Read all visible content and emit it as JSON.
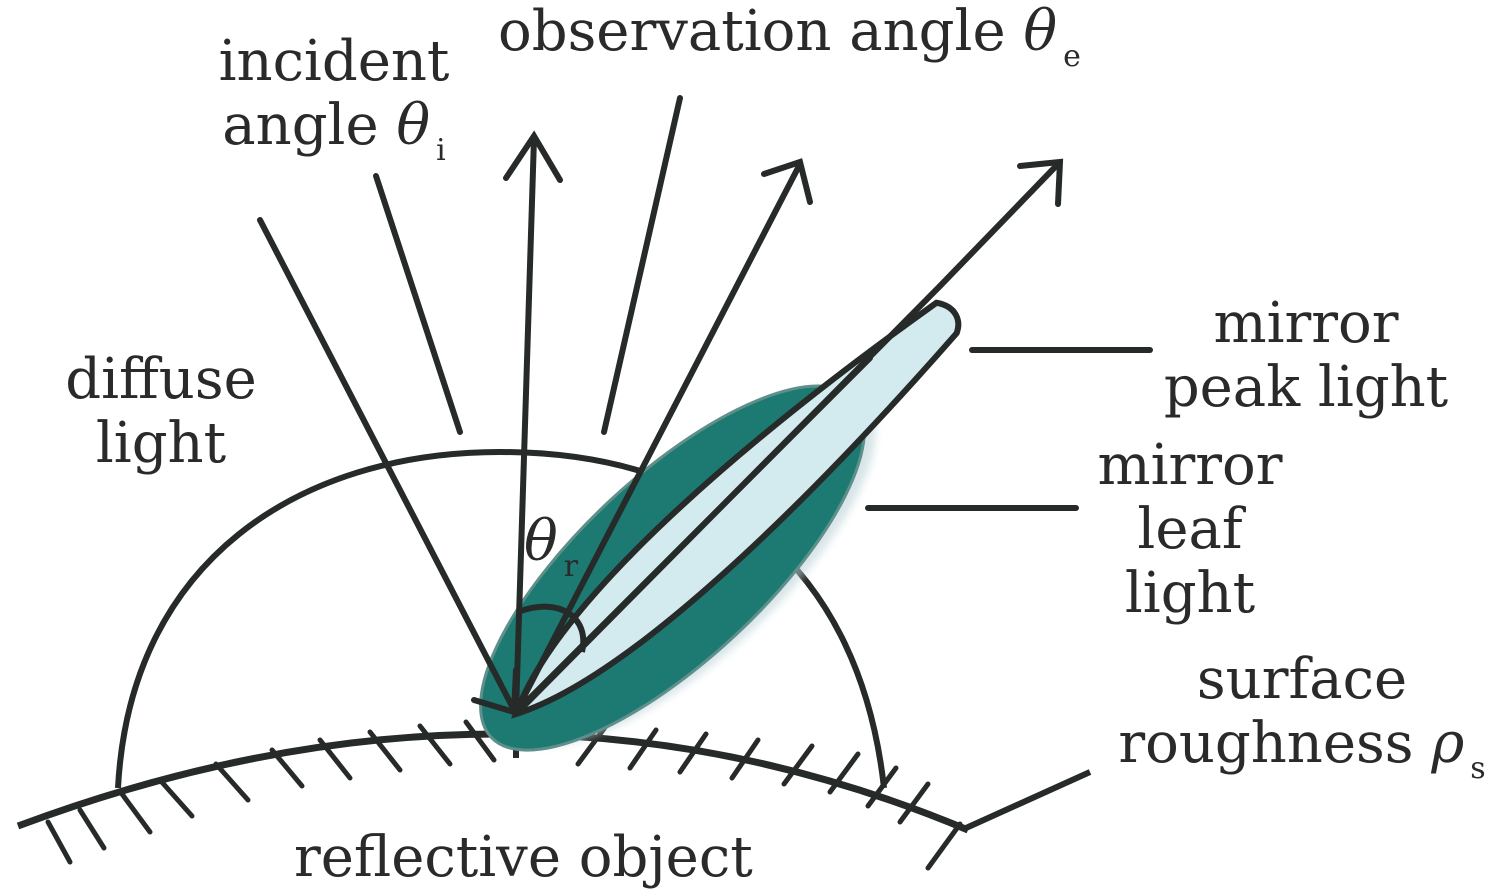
{
  "diagram": {
    "labels": {
      "incident_line1": "incident",
      "incident_line2": "angle",
      "incident_symbol": "θ",
      "incident_subscript": "i",
      "observation_text": "observation angle",
      "observation_symbol": "θ",
      "observation_subscript": "e",
      "diffuse_line1": "diffuse",
      "diffuse_line2": "light",
      "reflection_symbol": "θ",
      "reflection_subscript": "r",
      "mirror_peak_line1": "mirror",
      "mirror_peak_line2": "peak light",
      "mirror_leaf_line1": "mirror",
      "mirror_leaf_line2": "leaf",
      "mirror_leaf_line3": "light",
      "roughness_line1": "surface",
      "roughness_line2": "roughness",
      "roughness_symbol": "ρ",
      "roughness_subscript": "s",
      "object_label": "reflective object"
    },
    "colors": {
      "stroke": "#262a28",
      "leaf_fill": "#1d7a72",
      "peak_fill": "#d3ebef",
      "text": "#2a2a2a"
    }
  }
}
